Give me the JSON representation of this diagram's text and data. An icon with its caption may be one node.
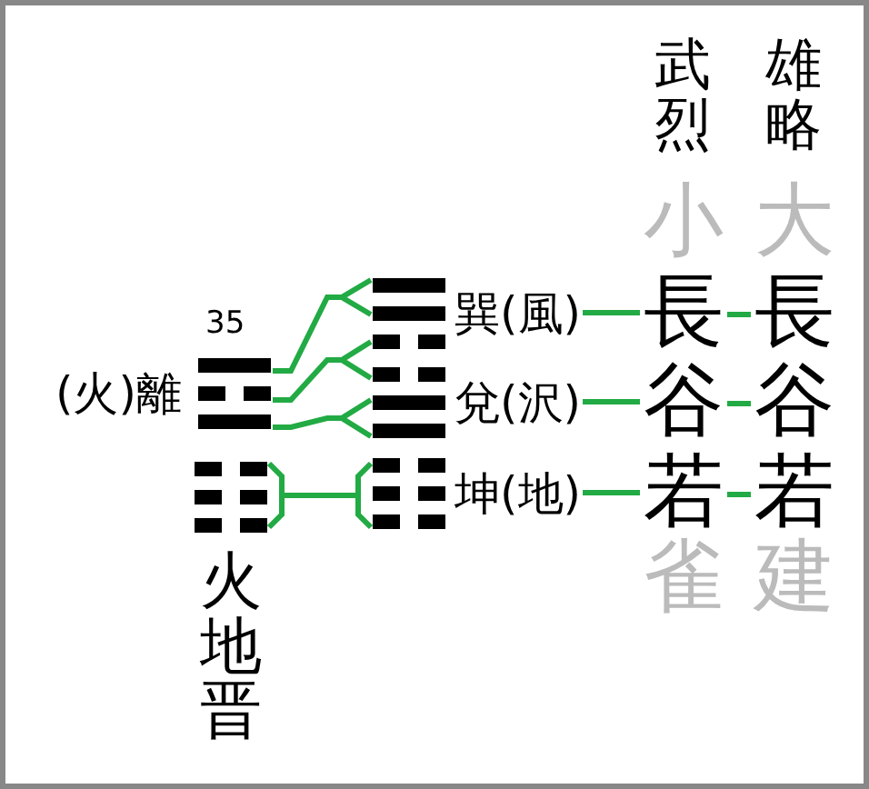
{
  "diagram": {
    "nodes": [
      {
        "text": [
          "(火)離"
        ],
        "beside": [
          "35"
        ]
      },
      {
        "text": [],
        "shape": "picture",
        "beside": [
          "火地晋"
        ]
      },
      {
        "text": [
          "巽(風)"
        ]
      },
      {
        "text": [
          "兌(沢)"
        ]
      },
      {
        "text": [
          "坤(地)"
        ]
      },
      {
        "text": [
          "長"
        ]
      },
      {
        "text": [
          "谷"
        ]
      },
      {
        "text": [
          "若"
        ]
      },
      {
        "text": [
          "長"
        ]
      },
      {
        "text": [
          "谷"
        ]
      },
      {
        "text": [
          "若"
        ]
      }
    ],
    "edges": [
      {
        "from": 0,
        "to": 2,
        "arrow": "other"
      },
      {
        "from": 0,
        "to": 3,
        "arrow": "other"
      },
      {
        "from": 0,
        "to": 3,
        "arrow": "other"
      },
      {
        "from": 1,
        "to": 4,
        "arrow": "none"
      },
      {
        "from": 2,
        "to": 5,
        "arrow": "none"
      },
      {
        "from": 5,
        "to": 8,
        "arrow": "none"
      },
      {
        "from": 3,
        "to": 6,
        "arrow": "none"
      },
      {
        "from": 6,
        "to": 9,
        "arrow": "none"
      },
      {
        "from": 4,
        "to": 7,
        "arrow": "none"
      },
      {
        "from": 7,
        "to": 10,
        "arrow": "none"
      }
    ],
    "labels": [
      "武烈",
      "雄略",
      "小",
      "大",
      "雀",
      "建"
    ]
  }
}
